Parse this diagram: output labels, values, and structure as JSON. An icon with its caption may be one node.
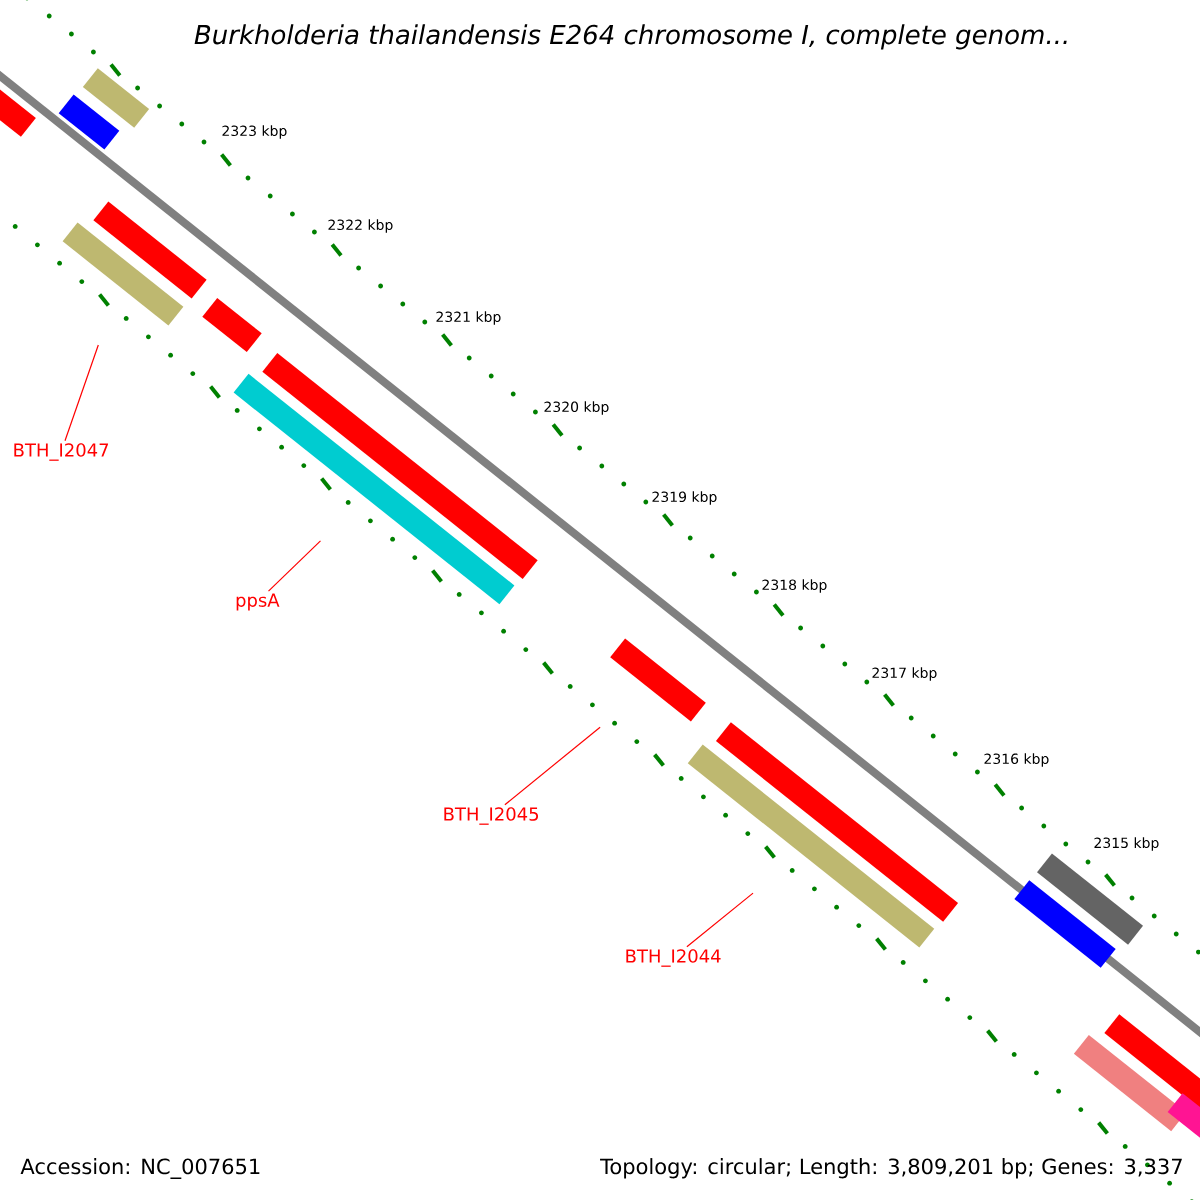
{
  "diagram": {
    "title": "Burkholderia thailandensis E264 chromosome I, complete genom...",
    "nodes": [
      {
        "text": [
          "BTH_I2047"
        ]
      },
      {
        "text": [],
        "shape": "bar"
      },
      {
        "text": [
          "ppsA"
        ]
      },
      {
        "text": [],
        "shape": "bar"
      },
      {
        "text": [
          "BTH_I2045"
        ]
      },
      {
        "text": [],
        "shape": "bar"
      },
      {
        "text": [
          "BTH_I2044"
        ]
      },
      {
        "text": [],
        "shape": "bar"
      }
    ],
    "edges": [
      {
        "from": 0,
        "to": 1,
        "arrow": "none"
      },
      {
        "from": 2,
        "to": 3,
        "arrow": "none"
      },
      {
        "from": 4,
        "to": 5,
        "arrow": "none"
      },
      {
        "from": 6,
        "to": 7,
        "arrow": "none"
      }
    ],
    "labels": [
      "2323 kbp",
      "2322 kbp",
      "2321 kbp",
      "2320 kbp",
      "2319 kbp",
      "2318 kbp",
      "2317 kbp",
      "2316 kbp",
      "2315 kbp",
      "Accession: NC_007651",
      "Topology: circular; Length: 3,809,201 bp; Genes: 3,337"
    ]
  }
}
